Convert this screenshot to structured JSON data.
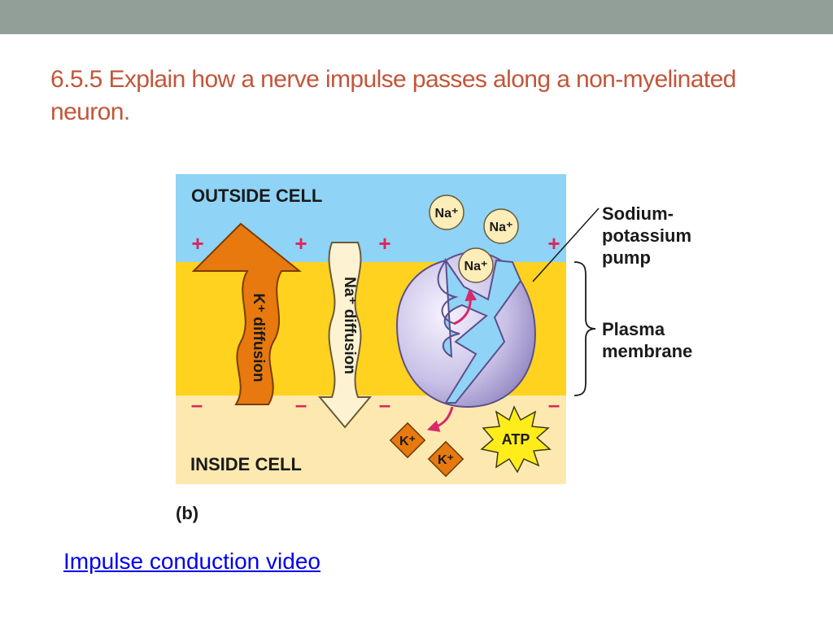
{
  "slide": {
    "title": "6.5.5 Explain how a nerve impulse passes along a non-myelinated neuron.",
    "link_text": "Impulse conduction video"
  },
  "diagram": {
    "outside_label": "OUTSIDE CELL",
    "inside_label": "INSIDE CELL",
    "k_arrow_label": "K⁺ diffusion",
    "na_arrow_label": "Na⁺ diffusion",
    "na_ions": [
      "Na⁺",
      "Na⁺",
      "Na⁺"
    ],
    "k_ions": [
      "K⁺",
      "K⁺"
    ],
    "atp_label": "ATP",
    "pump_label": [
      "Sodium-",
      "potassium",
      "pump"
    ],
    "membrane_label": [
      "Plasma",
      "membrane"
    ],
    "outside_charges": [
      "+",
      "+",
      "+",
      "+"
    ],
    "inside_charges": [
      "–",
      "–",
      "–",
      "–"
    ],
    "panel_letter": "(b)",
    "colors": {
      "outside": "#8fd3f6",
      "membrane": "#ffd21f",
      "inside": "#fde9b0",
      "k_arrow": "#e8790e",
      "na_arrow": "#fdf3d2",
      "pump": "#b9b0dc",
      "ion_na": "#fdedb8",
      "ion_k": "#e8790e",
      "atp": "#ffec1a",
      "charge": "#d9285b",
      "arrow_small": "#d9286b"
    }
  }
}
